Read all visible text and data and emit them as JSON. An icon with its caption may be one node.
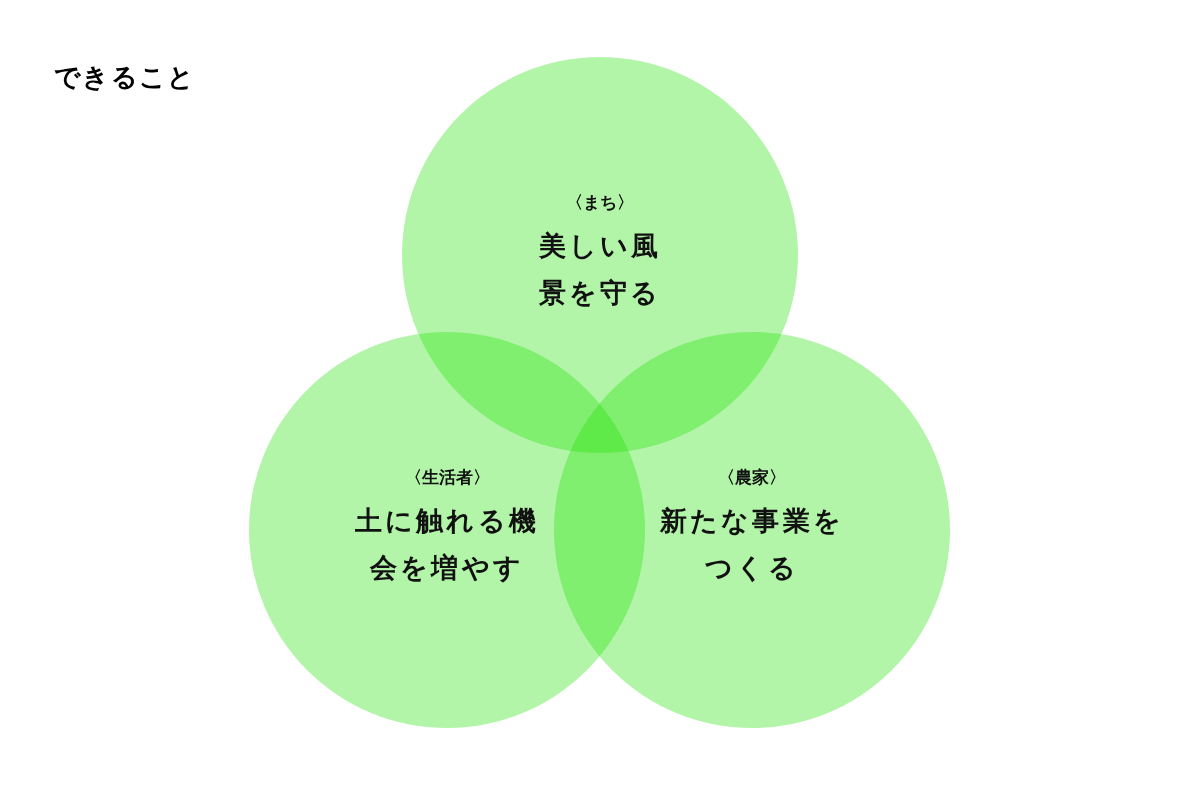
{
  "diagram": {
    "title": "できること",
    "nodes": [
      {
        "text": [
          "〈まち〉",
          "美しい風景を守る"
        ]
      },
      {
        "text": [
          "〈生活者〉",
          "土に触れる機会を増やす"
        ]
      },
      {
        "text": [
          "〈農家〉",
          "新たな事業をつくる"
        ]
      }
    ],
    "edges": []
  }
}
